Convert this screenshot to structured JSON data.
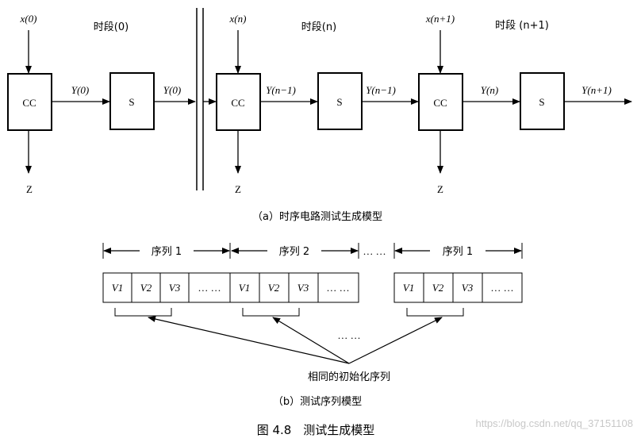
{
  "part_a": {
    "blocks": [
      {
        "input": "x(0)",
        "cc": "CC",
        "mid": "Y(0)",
        "s": "S",
        "out": "Y(0)",
        "z": "Z",
        "period": "时段(0)"
      },
      {
        "input": "x(n)",
        "cc": "CC",
        "mid": "Y(n−1)",
        "s": "S",
        "out": "Y(n−1)",
        "z": "Z",
        "period": "时段(n)"
      },
      {
        "input": "x(n+1)",
        "cc": "CC",
        "mid": "Y(n)",
        "s": "S",
        "out": "Y(n+1)",
        "z": "Z",
        "period": "时段 (n+1)"
      }
    ],
    "caption": "（a）时序电路测试生成模型"
  },
  "part_b": {
    "sequences": [
      {
        "label": "序列 1",
        "cells": [
          "V1",
          "V2",
          "V3",
          "… …"
        ]
      },
      {
        "label": "序列 2",
        "cells": [
          "V1",
          "V2",
          "V3",
          "… …"
        ]
      },
      {
        "label": "序列 1",
        "cells": [
          "V1",
          "V2",
          "V3",
          "… …"
        ]
      }
    ],
    "gap": "… …",
    "gap_lower": "… …",
    "init_label": "相同的初始化序列",
    "caption": "（b）测试序列模型"
  },
  "figure_caption": "图 4.8　测试生成模型",
  "watermark": "https://blog.csdn.net/qq_37151108"
}
